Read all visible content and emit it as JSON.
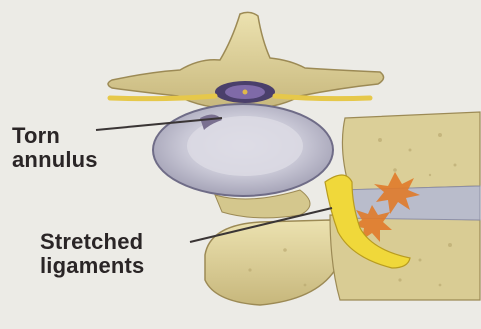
{
  "labels": {
    "torn_annulus": [
      "Torn",
      "annulus"
    ],
    "stretched_ligaments": [
      "Stretched",
      "ligaments"
    ]
  },
  "colors": {
    "background": "#ecebe6",
    "bone": "#d9cc94",
    "bone_shadow": "#a89560",
    "disc": "#b7b5c4",
    "disc_center": "#dcdbe4",
    "ligament": "#f0d83a",
    "tear": "#e07a2a",
    "label_text": "#2a2526",
    "leader_line": "#3a3535"
  },
  "icons": [
    "spinal-cord-icon",
    "tear-burst-icon"
  ]
}
